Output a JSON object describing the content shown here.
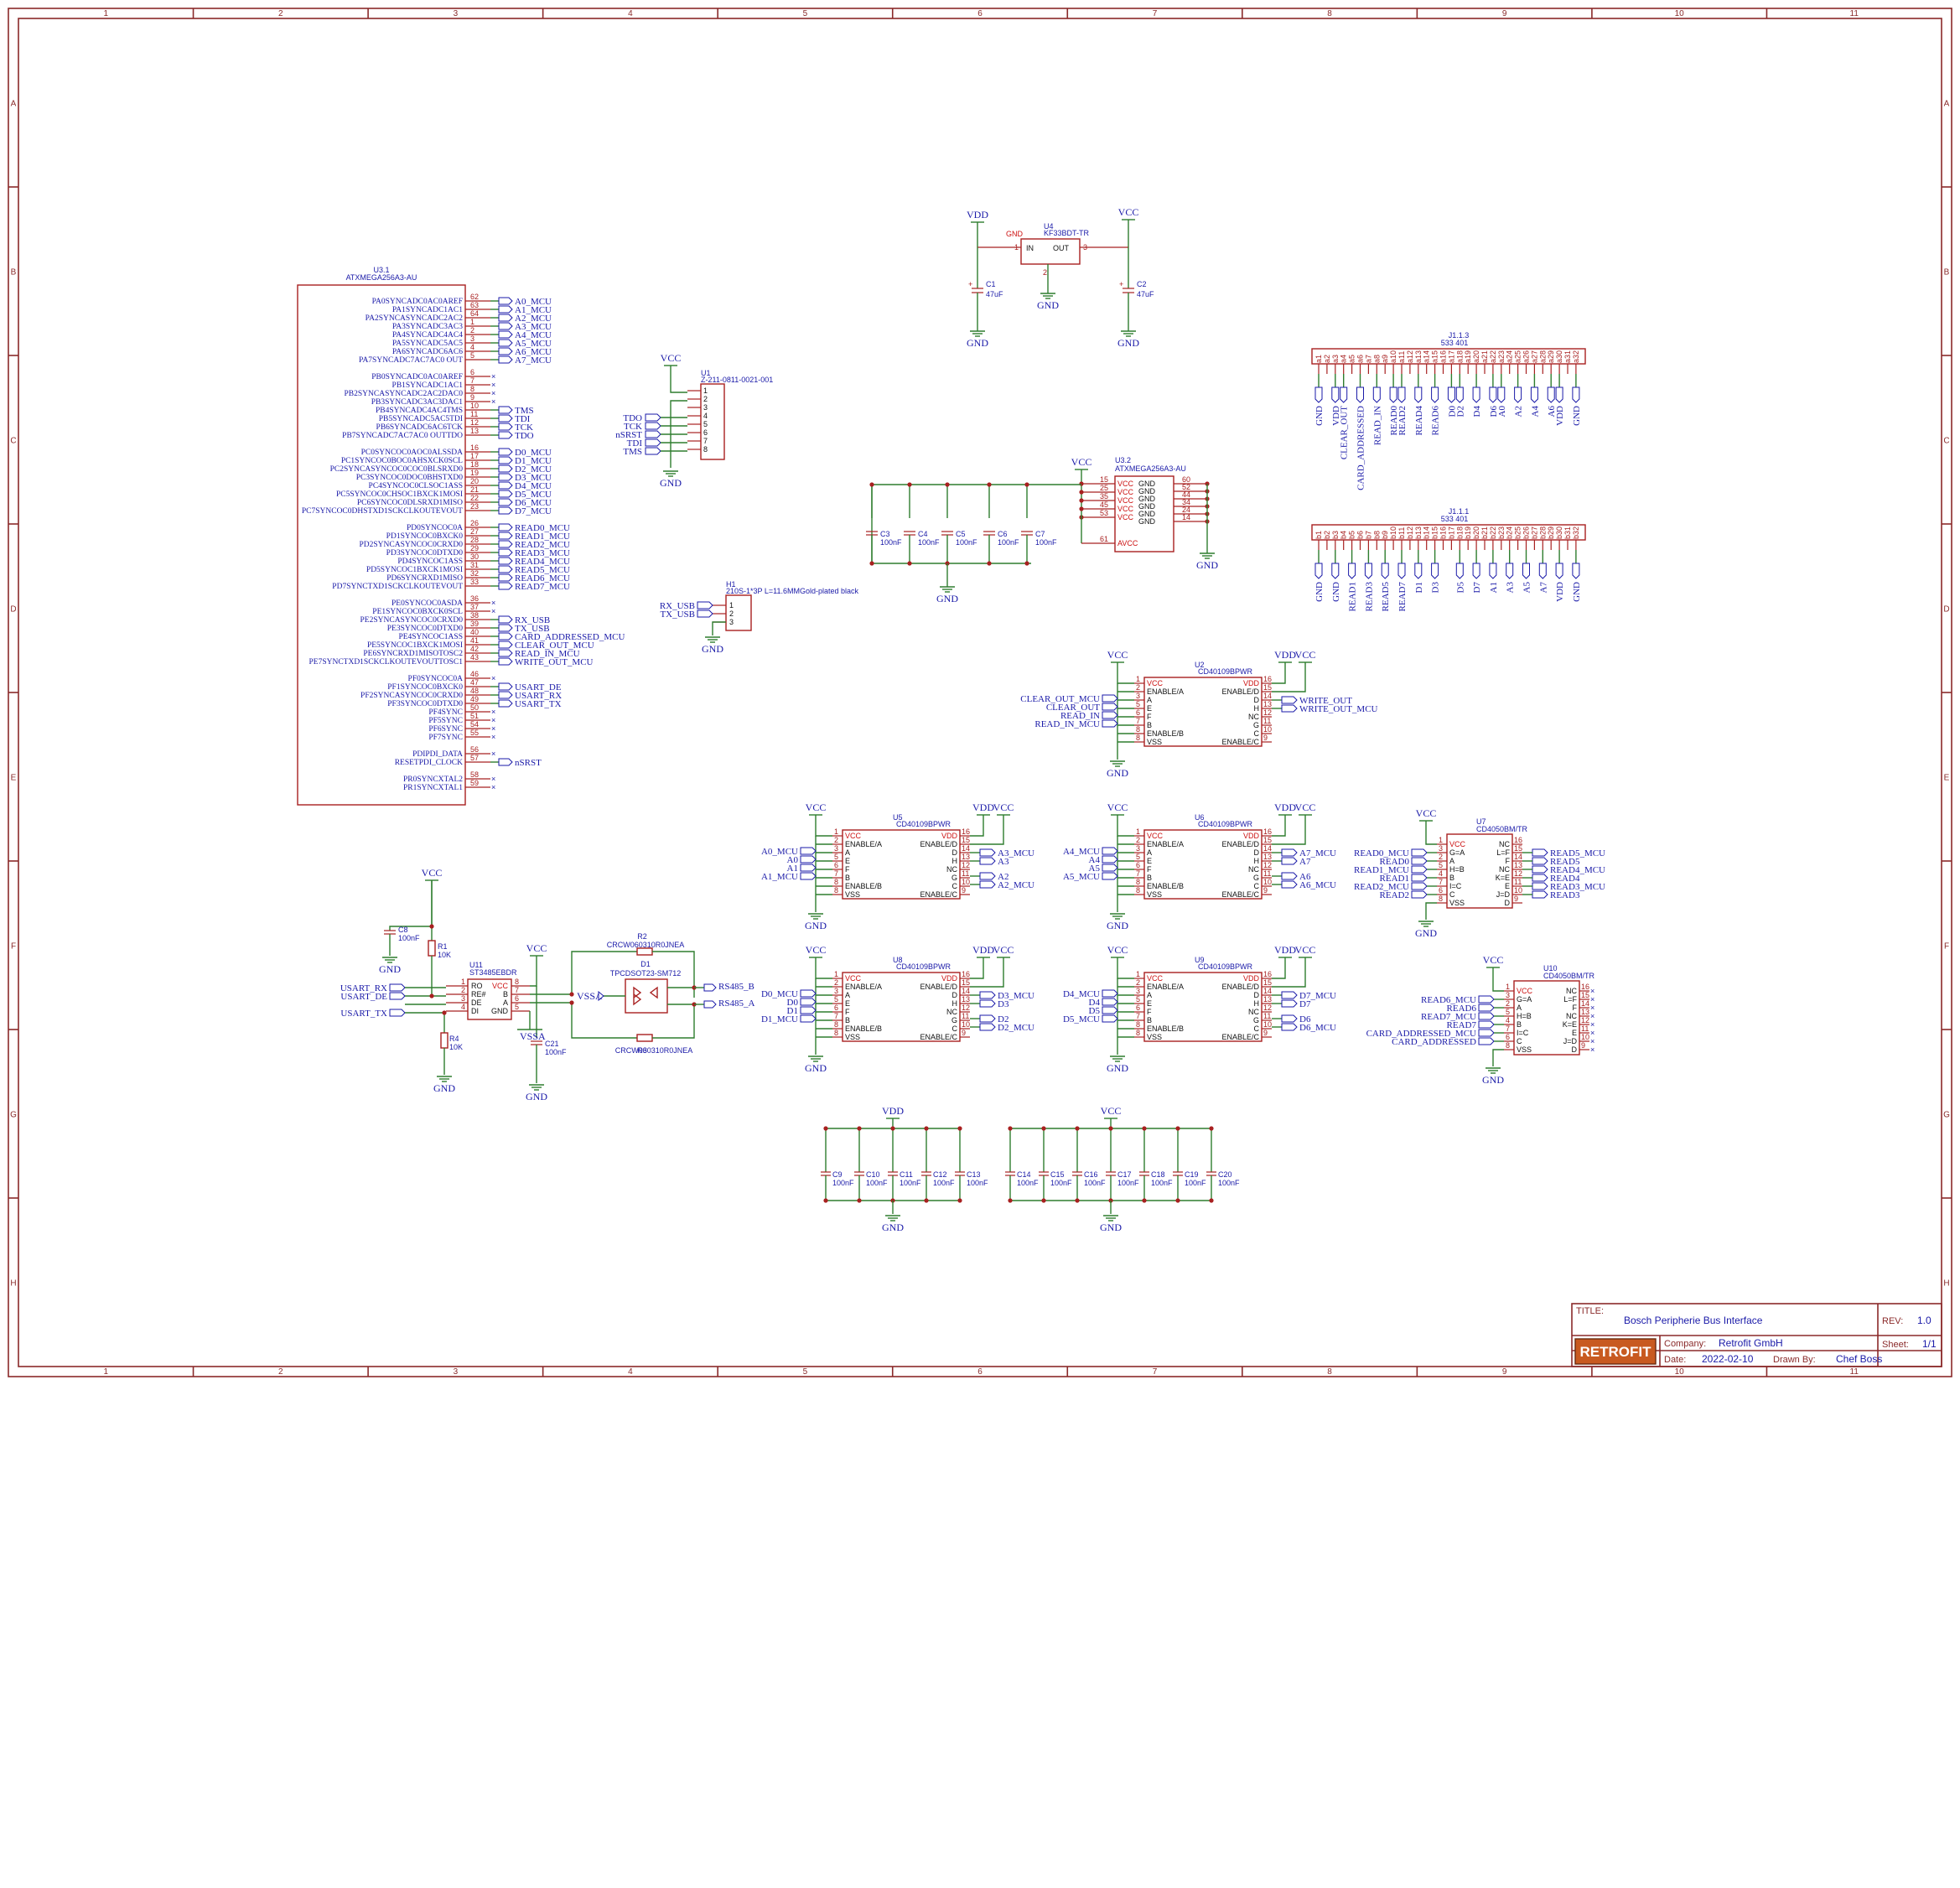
{
  "frame": {
    "cols": [
      "1",
      "2",
      "3",
      "4",
      "5",
      "6",
      "7",
      "8",
      "9",
      "10",
      "11"
    ],
    "rows": [
      "A",
      "B",
      "C",
      "D",
      "E",
      "F",
      "G",
      "H"
    ]
  },
  "title_block": {
    "title_label": "TITLE:",
    "title": "Bosch Peripherie Bus Interface",
    "rev_label": "REV:",
    "rev": "1.0",
    "company_label": "Company:",
    "company": "Retrofit GmbH",
    "sheet_label": "Sheet:",
    "sheet": "1/1",
    "date_label": "Date:",
    "date": "2022-02-10",
    "drawn_label": "Drawn By:",
    "drawn": "Chef Boss",
    "logo": "RETROFIT"
  },
  "mcu": {
    "ref": "U3.1",
    "value": "ATXMEGA256A3-AU",
    "groups": [
      {
        "pins": [
          [
            "PA0SYNCADC0AC0AREF",
            "62",
            "A0_MCU"
          ],
          [
            "PA1SYNCADC1AC1",
            "63",
            "A1_MCU"
          ],
          [
            "PA2SYNCASYNCADC2AC2",
            "64",
            "A2_MCU"
          ],
          [
            "PA3SYNCADC3AC3",
            "1",
            "A3_MCU"
          ],
          [
            "PA4SYNCADC4AC4",
            "2",
            "A4_MCU"
          ],
          [
            "PA5SYNCADC5AC5",
            "3",
            "A5_MCU"
          ],
          [
            "PA6SYNCADC6AC6",
            "4",
            "A6_MCU"
          ],
          [
            "PA7SYNCADC7AC7AC0 OUT",
            "5",
            "A7_MCU"
          ]
        ]
      },
      {
        "pins": [
          [
            "PB0SYNCADC0AC0AREF",
            "6",
            ""
          ],
          [
            "PB1SYNCADC1AC1",
            "7",
            ""
          ],
          [
            "PB2SYNCASYNCADC2AC2DAC0",
            "8",
            ""
          ],
          [
            "PB3SYNCADC3AC3DAC1",
            "9",
            ""
          ],
          [
            "PB4SYNCADC4AC4TMS",
            "10",
            "TMS"
          ],
          [
            "PB5SYNCADC5AC5TDI",
            "11",
            "TDI"
          ],
          [
            "PB6SYNCADC6AC6TCK",
            "12",
            "TCK"
          ],
          [
            "PB7SYNCADC7AC7AC0 OUTTDO",
            "13",
            "TDO"
          ]
        ]
      },
      {
        "pins": [
          [
            "PC0SYNCOC0AOC0ALSSDA",
            "16",
            "D0_MCU"
          ],
          [
            "PC1SYNCOC0BOC0AHSXCK0SCL",
            "17",
            "D1_MCU"
          ],
          [
            "PC2SYNCASYNCOC0COC0BLSRXD0",
            "18",
            "D2_MCU"
          ],
          [
            "PC3SYNCOC0DOC0BHSTXD0",
            "19",
            "D3_MCU"
          ],
          [
            "PC4SYNCOC0CLSOC1ASS",
            "20",
            "D4_MCU"
          ],
          [
            "PC5SYNCOC0CHSOC1BXCK1MOSI",
            "21",
            "D5_MCU"
          ],
          [
            "PC6SYNCOC0DLSRXD1MISO",
            "22",
            "D6_MCU"
          ],
          [
            "PC7SYNCOC0DHSTXD1SCKCLKOUTEVOUT",
            "23",
            "D7_MCU"
          ]
        ]
      },
      {
        "pins": [
          [
            "PD0SYNCOC0A",
            "26",
            "READ0_MCU"
          ],
          [
            "PD1SYNCOC0BXCK0",
            "27",
            "READ1_MCU"
          ],
          [
            "PD2SYNCASYNCOC0CRXD0",
            "28",
            "READ2_MCU"
          ],
          [
            "PD3SYNCOC0DTXD0",
            "29",
            "READ3_MCU"
          ],
          [
            "PD4SYNCOC1ASS",
            "30",
            "READ4_MCU"
          ],
          [
            "PD5SYNCOC1BXCK1MOSI",
            "31",
            "READ5_MCU"
          ],
          [
            "PD6SYNCRXD1MISO",
            "32",
            "READ6_MCU"
          ],
          [
            "PD7SYNCTXD1SCKCLKOUTEVOUT",
            "33",
            "READ7_MCU"
          ]
        ]
      },
      {
        "pins": [
          [
            "PE0SYNCOC0ASDA",
            "36",
            ""
          ],
          [
            "PE1SYNCOC0BXCK0SCL",
            "37",
            ""
          ],
          [
            "PE2SYNCASYNCOC0CRXD0",
            "38",
            "RX_USB"
          ],
          [
            "PE3SYNCOC0DTXD0",
            "39",
            "TX_USB"
          ],
          [
            "PE4SYNCOC1ASS",
            "40",
            "CARD_ADDRESSED_MCU"
          ],
          [
            "PE5SYNCOC1BXCK1MOSI",
            "41",
            "CLEAR_OUT_MCU"
          ],
          [
            "PE6SYNCRXD1MISOTOSC2",
            "42",
            "READ_IN_MCU"
          ],
          [
            "PE7SYNCTXD1SCKCLKOUTEVOUTTOSC1",
            "43",
            "WRITE_OUT_MCU"
          ]
        ]
      },
      {
        "pins": [
          [
            "PF0SYNCOC0A",
            "46",
            ""
          ],
          [
            "PF1SYNCOC0BXCK0",
            "47",
            "USART_DE"
          ],
          [
            "PF2SYNCASYNCOC0CRXD0",
            "48",
            "USART_RX"
          ],
          [
            "PF3SYNCOC0DTXD0",
            "49",
            "USART_TX"
          ],
          [
            "PF4SYNC",
            "50",
            ""
          ],
          [
            "PF5SYNC",
            "51",
            ""
          ],
          [
            "PF6SYNC",
            "54",
            ""
          ],
          [
            "PF7SYNC",
            "55",
            ""
          ]
        ]
      },
      {
        "pins": [
          [
            "PDIPDI_DATA",
            "56",
            ""
          ],
          [
            "RESETPDI_CLOCK",
            "57",
            "nSRST"
          ]
        ]
      },
      {
        "pins": [
          [
            "PR0SYNCXTAL2",
            "58",
            ""
          ],
          [
            "PR1SYNCXTAL1",
            "59",
            ""
          ]
        ]
      }
    ]
  },
  "mcu_power": {
    "ref": "U3.2",
    "value": "ATXMEGA256A3-AU",
    "vcc_pins": [
      "15",
      "25",
      "35",
      "45",
      "53"
    ],
    "avcc_pin": "61",
    "gnd_pins": [
      "60",
      "52",
      "44",
      "34",
      "24",
      "14"
    ],
    "vcc_label": "VCC",
    "avcc_label": "AVCC",
    "gnd_label": "GND"
  },
  "decoupling_mcu": [
    {
      "ref": "C3",
      "value": "100nF"
    },
    {
      "ref": "C4",
      "value": "100nF"
    },
    {
      "ref": "C5",
      "value": "100nF"
    },
    {
      "ref": "C6",
      "value": "100nF"
    },
    {
      "ref": "C7",
      "value": "100nF"
    }
  ],
  "regulator": {
    "ref": "U4",
    "value": "KF33BDT-TR",
    "in_label": "IN",
    "out_label": "OUT",
    "gnd_pin_label": "GND",
    "pin_in": "1",
    "pin_out": "3",
    "pin_gnd": "2",
    "c_in": {
      "ref": "C1",
      "value": "47uF"
    },
    "c_out": {
      "ref": "C2",
      "value": "47uF"
    }
  },
  "jtag": {
    "ref": "U1",
    "value": "Z-211-0811-0021-001",
    "pins": [
      "1",
      "2",
      "3",
      "4",
      "5",
      "6",
      "7",
      "8"
    ],
    "signals": [
      "TDO",
      "TCK",
      "nSRST",
      "TDI",
      "TMS"
    ]
  },
  "usb_header": {
    "ref": "H1",
    "value": "210S-1*3P L=11.6MMGold-plated black",
    "pins": [
      "1",
      "2",
      "3"
    ],
    "signals": [
      "RX_USB",
      "TX_USB"
    ]
  },
  "rs485": {
    "ref": "U11",
    "value": "ST3485EBDR",
    "left_pins": [
      [
        "1",
        "RO"
      ],
      [
        "2",
        "RE#"
      ],
      [
        "3",
        "DE"
      ],
      [
        "4",
        "DI"
      ]
    ],
    "right_pins": [
      [
        "8",
        "VCC"
      ],
      [
        "7",
        "B"
      ],
      [
        "6",
        "A"
      ],
      [
        "5",
        "GND"
      ]
    ],
    "signals_in": [
      "USART_RX",
      "USART_DE",
      "USART_TX"
    ],
    "r1": {
      "ref": "R1",
      "value": "10K"
    },
    "r4": {
      "ref": "R4",
      "value": "10K"
    },
    "c8": {
      "ref": "C8",
      "value": "100nF"
    },
    "c21": {
      "ref": "C21",
      "value": "100nF"
    },
    "r2": {
      "ref": "R2",
      "value": "CRCW060310R0JNEA"
    },
    "r3": {
      "ref": "R3",
      "value": "CRCW060310R0JNEA"
    },
    "d1": {
      "ref": "D1",
      "value": "TPCDSOT23-SM712"
    },
    "bus_b": "RS485_B",
    "bus_a": "RS485_A",
    "vssa": "VSSA"
  },
  "transceivers": [
    {
      "ref": "U2",
      "value": "CD40109BPWR",
      "left": [
        "CLEAR_OUT_MCU",
        "CLEAR_OUT",
        "READ_IN",
        "READ_IN_MCU"
      ],
      "right": [
        "WRITE_OUT",
        "WRITE_OUT_MCU"
      ]
    },
    {
      "ref": "U5",
      "value": "CD40109BPWR",
      "left": [
        "A0_MCU",
        "A0",
        "A1",
        "A1_MCU"
      ],
      "right": [
        "A3_MCU",
        "A3",
        "A2",
        "A2_MCU"
      ]
    },
    {
      "ref": "U6",
      "value": "CD40109BPWR",
      "left": [
        "A4_MCU",
        "A4",
        "A5",
        "A5_MCU"
      ],
      "right": [
        "A7_MCU",
        "A7",
        "A6",
        "A6_MCU"
      ]
    },
    {
      "ref": "U8",
      "value": "CD40109BPWR",
      "left": [
        "D0_MCU",
        "D0",
        "D1",
        "D1_MCU"
      ],
      "right": [
        "D3_MCU",
        "D3",
        "D2",
        "D2_MCU"
      ]
    },
    {
      "ref": "U9",
      "value": "CD40109BPWR",
      "left": [
        "D4_MCU",
        "D4",
        "D5",
        "D5_MCU"
      ],
      "right": [
        "D7_MCU",
        "D7",
        "D6",
        "D6_MCU"
      ]
    }
  ],
  "ic40109_pins": {
    "left": [
      [
        "1",
        "VCC"
      ],
      [
        "2",
        "ENABLE/A"
      ],
      [
        "3",
        "A"
      ],
      [
        "5",
        "E"
      ],
      [
        "6",
        "F"
      ],
      [
        "7",
        "B"
      ],
      [
        "8",
        "ENABLE/B"
      ],
      [
        "8",
        "VSS"
      ]
    ],
    "right": [
      [
        "16",
        "VDD"
      ],
      [
        "15",
        "ENABLE/D"
      ],
      [
        "14",
        "D"
      ],
      [
        "13",
        "H"
      ],
      [
        "12",
        "NC"
      ],
      [
        "11",
        "G"
      ],
      [
        "10",
        "C"
      ],
      [
        "9",
        "ENABLE/C"
      ]
    ]
  },
  "buffers": [
    {
      "ref": "U7",
      "value": "CD4050BM/TR",
      "left": [
        "READ0_MCU",
        "READ0",
        "READ1_MCU",
        "READ1",
        "READ2_MCU",
        "READ2"
      ],
      "right": [
        "READ5_MCU",
        "READ5",
        "READ4_MCU",
        "READ4",
        "READ3_MCU",
        "READ3"
      ]
    },
    {
      "ref": "U10",
      "value": "CD4050BM/TR",
      "left": [
        "READ6_MCU",
        "READ6",
        "READ7_MCU",
        "READ7",
        "CARD_ADDRESSED_MCU",
        "CARD_ADDRESSED"
      ],
      "right": []
    }
  ],
  "ic4050_pins": {
    "left": [
      [
        "1",
        "VCC"
      ],
      [
        "3",
        "G=A"
      ],
      [
        "2",
        "A"
      ],
      [
        "5",
        "H=B"
      ],
      [
        "4",
        "B"
      ],
      [
        "7",
        "I=C"
      ],
      [
        "6",
        "C"
      ],
      [
        "8",
        "VSS"
      ]
    ],
    "right": [
      [
        "16",
        "NC"
      ],
      [
        "15",
        "L=F"
      ],
      [
        "14",
        "F"
      ],
      [
        "13",
        "NC"
      ],
      [
        "12",
        "K=E"
      ],
      [
        "11",
        "E"
      ],
      [
        "10",
        "J=D"
      ],
      [
        "9",
        "D"
      ]
    ]
  },
  "connectors": [
    {
      "ref": "J1.1.3",
      "value": "533 401",
      "pins": [
        "a1",
        "a2",
        "a3",
        "a4",
        "a5",
        "a6",
        "a7",
        "a8",
        "a9",
        "a10",
        "a11",
        "a12",
        "a13",
        "a14",
        "a15",
        "a16",
        "a17",
        "a18",
        "a19",
        "a20",
        "a21",
        "a22",
        "a23",
        "a24",
        "a25",
        "a26",
        "a27",
        "a28",
        "a29",
        "a30",
        "a31",
        "a32"
      ],
      "nets": [
        "GND",
        "VDD",
        "CLEAR_OUT",
        "CARD_ADDRESSED",
        "READ_IN",
        "READ0",
        "READ2",
        "READ4",
        "READ6",
        "D0",
        "D2",
        "D4",
        "D6",
        "A0",
        "A2",
        "A4",
        "A6",
        "VDD",
        "GND"
      ]
    },
    {
      "ref": "J1.1.1",
      "value": "533 401",
      "pins": [
        "b1",
        "b2",
        "b3",
        "b4",
        "b5",
        "b6",
        "b7",
        "b8",
        "b9",
        "b10",
        "b11",
        "b12",
        "b13",
        "b14",
        "b15",
        "b16",
        "b17",
        "b18",
        "b19",
        "b20",
        "b21",
        "b22",
        "b23",
        "b24",
        "b25",
        "b26",
        "b27",
        "b28",
        "b29",
        "b30",
        "b31",
        "b32"
      ],
      "nets": [
        "GND",
        "GND",
        "READ1",
        "READ3",
        "READ5",
        "READ7",
        "D1",
        "D3",
        "D5",
        "D7",
        "A1",
        "A3",
        "A5",
        "A7",
        "VDD",
        "GND"
      ]
    }
  ],
  "decoupling_vdd": [
    {
      "ref": "C9",
      "value": "100nF"
    },
    {
      "ref": "C10",
      "value": "100nF"
    },
    {
      "ref": "C11",
      "value": "100nF"
    },
    {
      "ref": "C12",
      "value": "100nF"
    },
    {
      "ref": "C13",
      "value": "100nF"
    }
  ],
  "decoupling_vcc": [
    {
      "ref": "C14",
      "value": "100nF"
    },
    {
      "ref": "C15",
      "value": "100nF"
    },
    {
      "ref": "C16",
      "value": "100nF"
    },
    {
      "ref": "C17",
      "value": "100nF"
    },
    {
      "ref": "C18",
      "value": "100nF"
    },
    {
      "ref": "C19",
      "value": "100nF"
    },
    {
      "ref": "C20",
      "value": "100nF"
    }
  ],
  "power_labels": {
    "vcc": "VCC",
    "vdd": "VDD",
    "gnd": "GND"
  }
}
